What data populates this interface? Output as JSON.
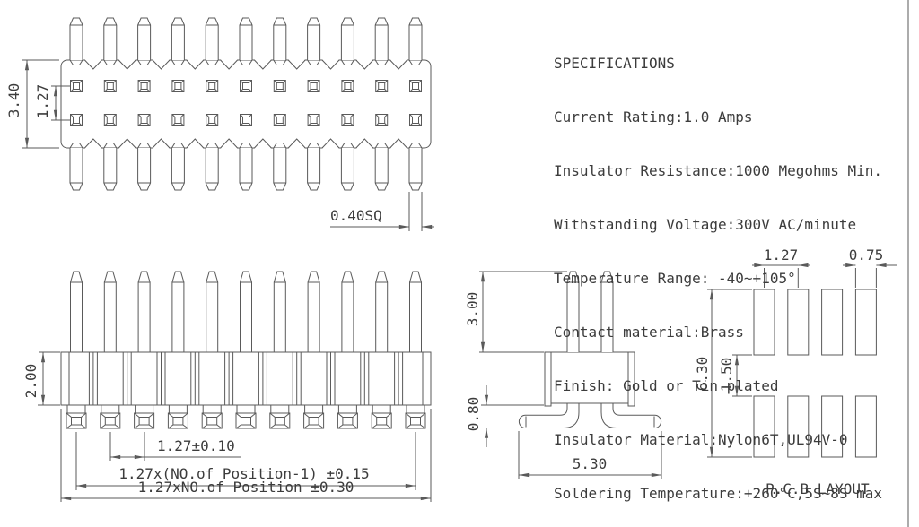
{
  "specifications": {
    "title": "SPECIFICATIONS",
    "lines": [
      "Current Rating:1.0 Amps",
      "Insulator Resistance:1000 Megohms Min.",
      "Withstanding Voltage:300V AC/minute",
      "Temperature Range: -40~+105°",
      "Contact material:Brass",
      "Finish: Gold or Tin plated",
      "Insulator Material:Nylon6T,UL94V-0",
      "Soldering Temperature:+260°C,5S~8S max"
    ]
  },
  "top_view": {
    "body_height": "3.40",
    "row_pitch": "1.27",
    "pin_square": "0.40SQ"
  },
  "front_view": {
    "body_height": "2.00",
    "pin_pitch": "1.27±0.10",
    "span_inner": "1.27x(NO.of Position-1) ±0.15",
    "span_total": "1.27xNO.of Position ±0.30"
  },
  "side_view": {
    "pin_length": "3.00",
    "standoff": "0.80",
    "footprint_width": "5.30"
  },
  "pcb_layout": {
    "title": "P.C.B LAYOUT",
    "pad_pitch": "1.27",
    "pad_width": "0.75",
    "total_height": "6.30",
    "row_gap": "1.50"
  },
  "drawing": {
    "pin_count": 11,
    "pcb_pad_columns": 4,
    "pcb_pad_rows": 2,
    "line_color": "#5a5a5a",
    "text_color": "#3c3c3c",
    "background": "#ffffff"
  }
}
